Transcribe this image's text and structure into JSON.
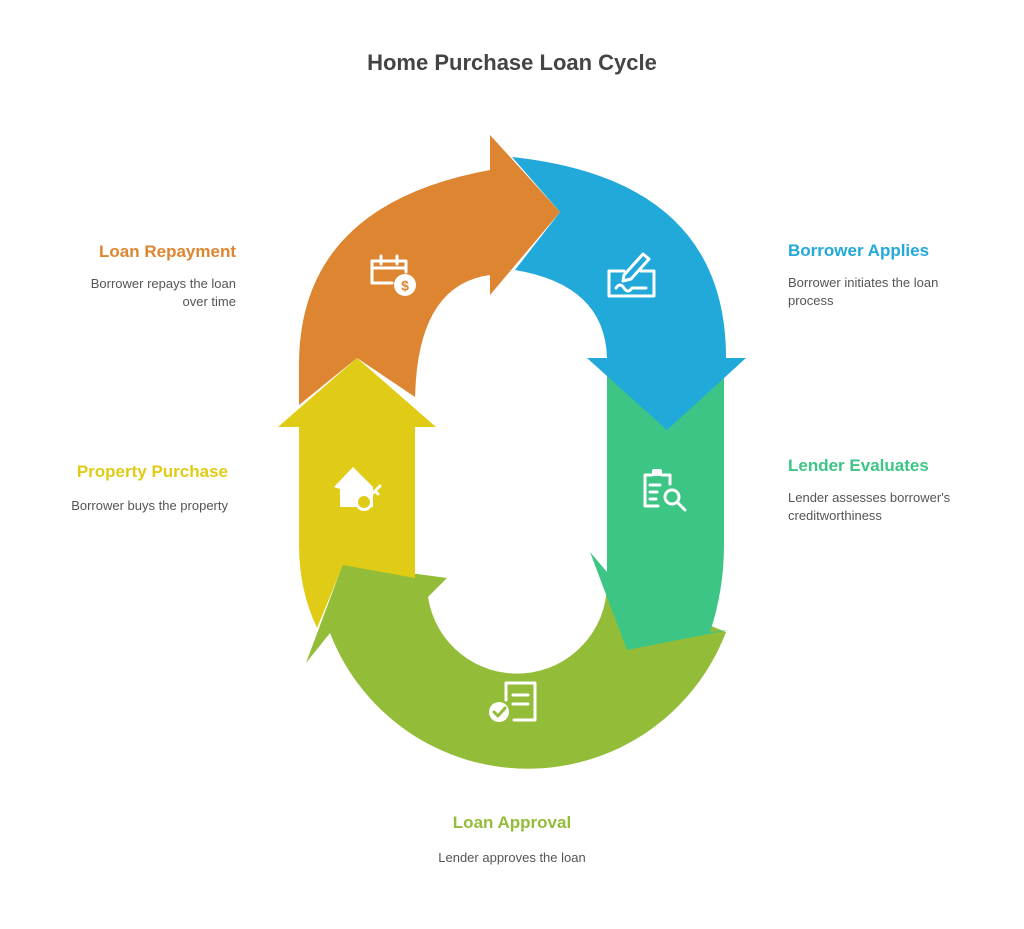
{
  "title": "Home Purchase Loan Cycle",
  "steps": [
    {
      "title": "Borrower Applies",
      "desc_lines": [
        "Borrower initiates the loan",
        "process"
      ],
      "color": "#21a9d9",
      "icon": "signature-document-icon"
    },
    {
      "title": "Lender Evaluates",
      "desc_lines": [
        "Lender assesses borrower's",
        "creditworthiness"
      ],
      "color": "#3dc585",
      "icon": "clipboard-search-icon"
    },
    {
      "title": "Loan Approval",
      "desc_lines": [
        "Lender approves the loan"
      ],
      "color": "#93bd39",
      "icon": "approved-document-icon"
    },
    {
      "title": "Property Purchase",
      "desc_lines": [
        "Borrower buys the property"
      ],
      "color": "#e0cb16",
      "icon": "house-key-icon"
    },
    {
      "title": "Loan Repayment",
      "desc_lines": [
        "Borrower repays the loan",
        "over time"
      ],
      "color": "#de8531",
      "icon": "calendar-dollar-icon"
    }
  ]
}
